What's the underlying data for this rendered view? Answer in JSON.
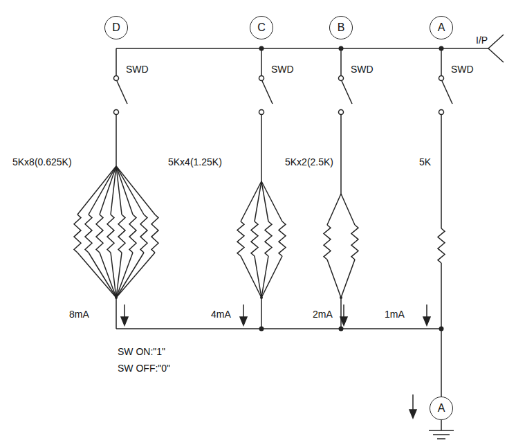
{
  "diagram": {
    "nodes": [
      {
        "text": [
          "D"
        ]
      },
      {
        "text": [
          "C"
        ]
      },
      {
        "text": [
          "B"
        ]
      },
      {
        "text": [
          "A"
        ]
      },
      {
        "text": [
          "A"
        ]
      }
    ],
    "labels": [
      "I/P",
      "SWD",
      "SWD",
      "SWD",
      "SWD",
      "5Kx8(0.625K)",
      "5Kx4(1.25K)",
      "5Kx2(2.5K)",
      "5K",
      "8mA",
      "4mA",
      "2mA",
      "1mA",
      "SW ON:\"1\"",
      "SW OFF:\"0\""
    ]
  }
}
